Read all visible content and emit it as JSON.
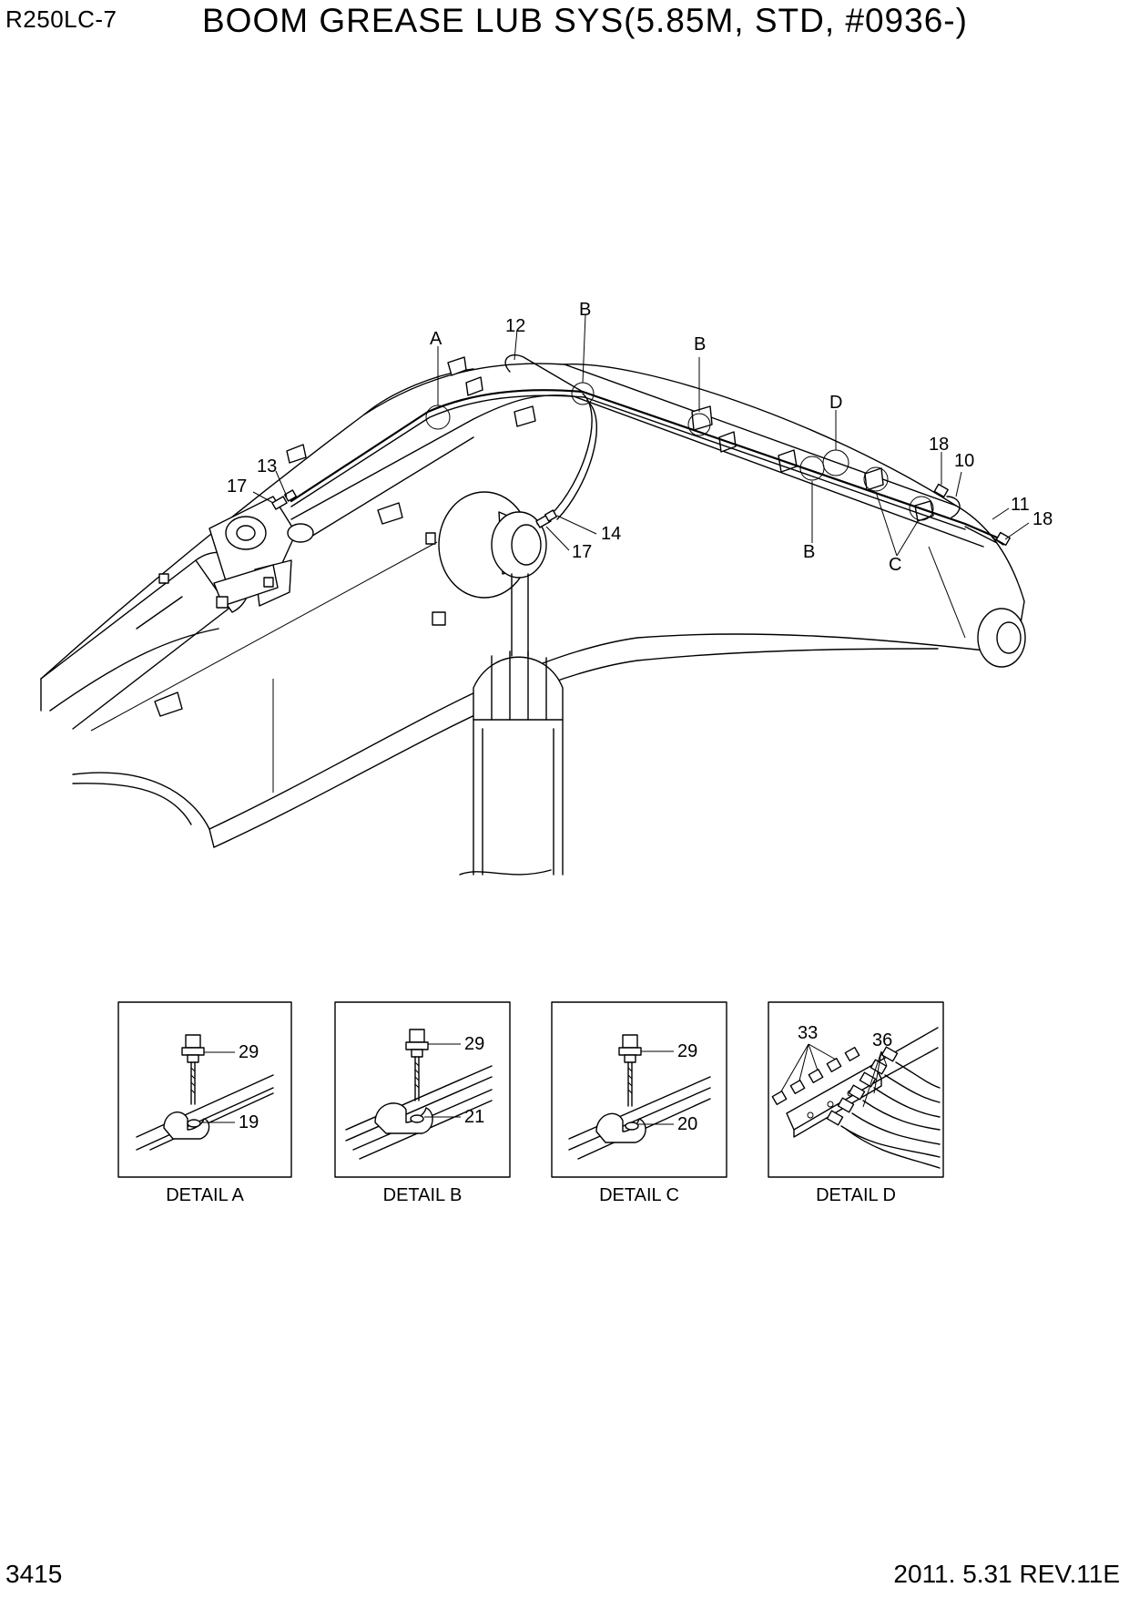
{
  "header": {
    "model": "R250LC-7",
    "title": "BOOM GREASE LUB SYS(5.85M, STD, #0936-)"
  },
  "footer": {
    "page_number": "3415",
    "revision": "2011. 5.31  REV.11E"
  },
  "main_callouts": [
    "A",
    "12",
    "B",
    "B",
    "D",
    "18",
    "10",
    "11",
    "18",
    "13",
    "17",
    "14",
    "17",
    "B",
    "C"
  ],
  "details": [
    {
      "caption": "DETAIL A",
      "callouts": [
        "29",
        "19"
      ]
    },
    {
      "caption": "DETAIL B",
      "callouts": [
        "29",
        "21"
      ]
    },
    {
      "caption": "DETAIL C",
      "callouts": [
        "29",
        "20"
      ]
    },
    {
      "caption": "DETAIL D",
      "callouts": [
        "33",
        "36"
      ]
    }
  ]
}
